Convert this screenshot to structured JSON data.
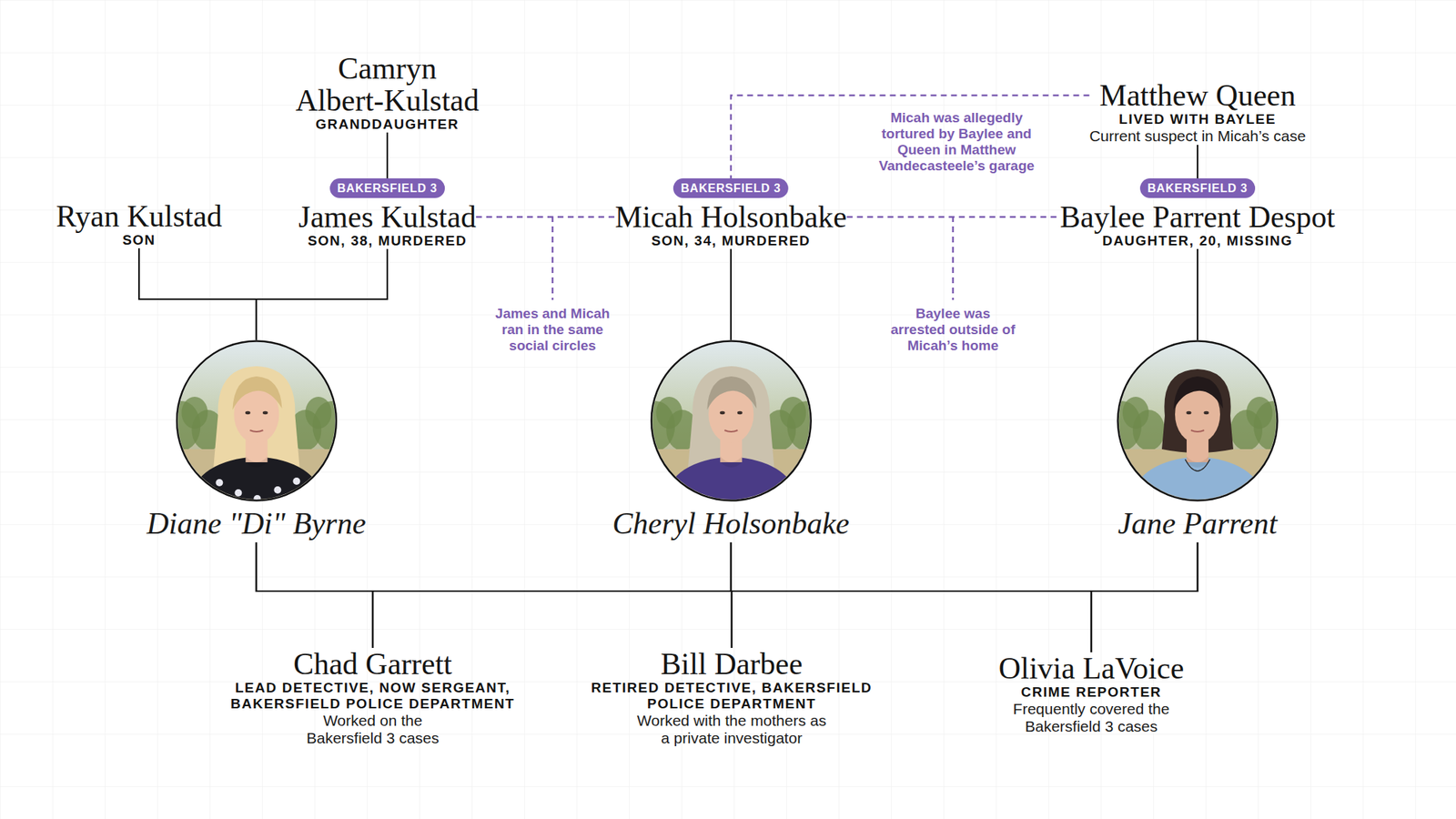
{
  "diagram": {
    "nodes": [
      {
        "text": [
          "Camryn Albert-Kulstad",
          "GRANDDAUGHTER"
        ]
      },
      {
        "text": [
          "Matthew Queen",
          "LIVED WITH BAYLEE",
          "Current suspect in Micah’s case"
        ]
      },
      {
        "text": [
          "Ryan Kulstad",
          "SON"
        ]
      },
      {
        "text": [
          "James Kulstad",
          "SON, 38, MURDERED"
        ]
      },
      {
        "text": [
          "BAKERSFIELD 3"
        ],
        "in": 3
      },
      {
        "text": [
          "Micah Holsonbake",
          "SON, 34, MURDERED"
        ]
      },
      {
        "text": [
          "BAKERSFIELD 3"
        ],
        "in": 5
      },
      {
        "text": [
          "Baylee Parrent Despot",
          "DAUGHTER, 20, MISSING"
        ]
      },
      {
        "text": [
          "BAKERSFIELD 3"
        ],
        "in": 7
      },
      {
        "text": [
          "Diane \"Di\" Byrne"
        ]
      },
      {
        "text": [
          "Cheryl Holsonbake"
        ]
      },
      {
        "text": [
          "Jane Parrent"
        ]
      },
      {
        "text": [
          "Chad Garrett",
          "LEAD DETECTIVE, NOW SERGEANT, BAKERSFIELD POLICE DEPARTMENT",
          "Worked on the Bakersfield 3 cases"
        ]
      },
      {
        "text": [
          "Bill Darbee",
          "RETIRED DETECTIVE, BAKERSFIELD POLICE DEPARTMENT",
          "Worked with the mothers as a private investigator"
        ]
      },
      {
        "text": [
          "Olivia LaVoice",
          "CRIME REPORTER",
          "Frequently covered the Bakersfield 3 cases"
        ]
      }
    ],
    "edges": [
      {
        "from": 0,
        "to": 3,
        "arrow": "none"
      },
      {
        "from": 1,
        "to": 5,
        "label": "Micah was allegedly tortured by Baylee and Queen in Matthew Vandecasteele’s garage",
        "arrow": "none"
      },
      {
        "from": 1,
        "to": 7,
        "arrow": "none"
      },
      {
        "from": 3,
        "to": 5,
        "label": "James and Micah ran in the same social circles",
        "arrow": "none"
      },
      {
        "from": 5,
        "to": 7,
        "label": "Baylee was arrested outside of Micah’s home",
        "arrow": "none"
      },
      {
        "from": 2,
        "to": 9,
        "arrow": "none"
      },
      {
        "from": 3,
        "to": 9,
        "arrow": "none"
      },
      {
        "from": 5,
        "to": 10,
        "arrow": "none"
      },
      {
        "from": 7,
        "to": 11,
        "arrow": "none"
      },
      {
        "from": 9,
        "to": 12,
        "arrow": "none"
      },
      {
        "from": 9,
        "to": 13,
        "arrow": "none"
      },
      {
        "from": 9,
        "to": 14,
        "arrow": "none"
      },
      {
        "from": 10,
        "to": 12,
        "arrow": "none"
      },
      {
        "from": 10,
        "to": 13,
        "arrow": "none"
      },
      {
        "from": 10,
        "to": 14,
        "arrow": "none"
      },
      {
        "from": 11,
        "to": 12,
        "arrow": "none"
      },
      {
        "from": 11,
        "to": 13,
        "arrow": "none"
      },
      {
        "from": 11,
        "to": 14,
        "arrow": "none"
      }
    ]
  }
}
